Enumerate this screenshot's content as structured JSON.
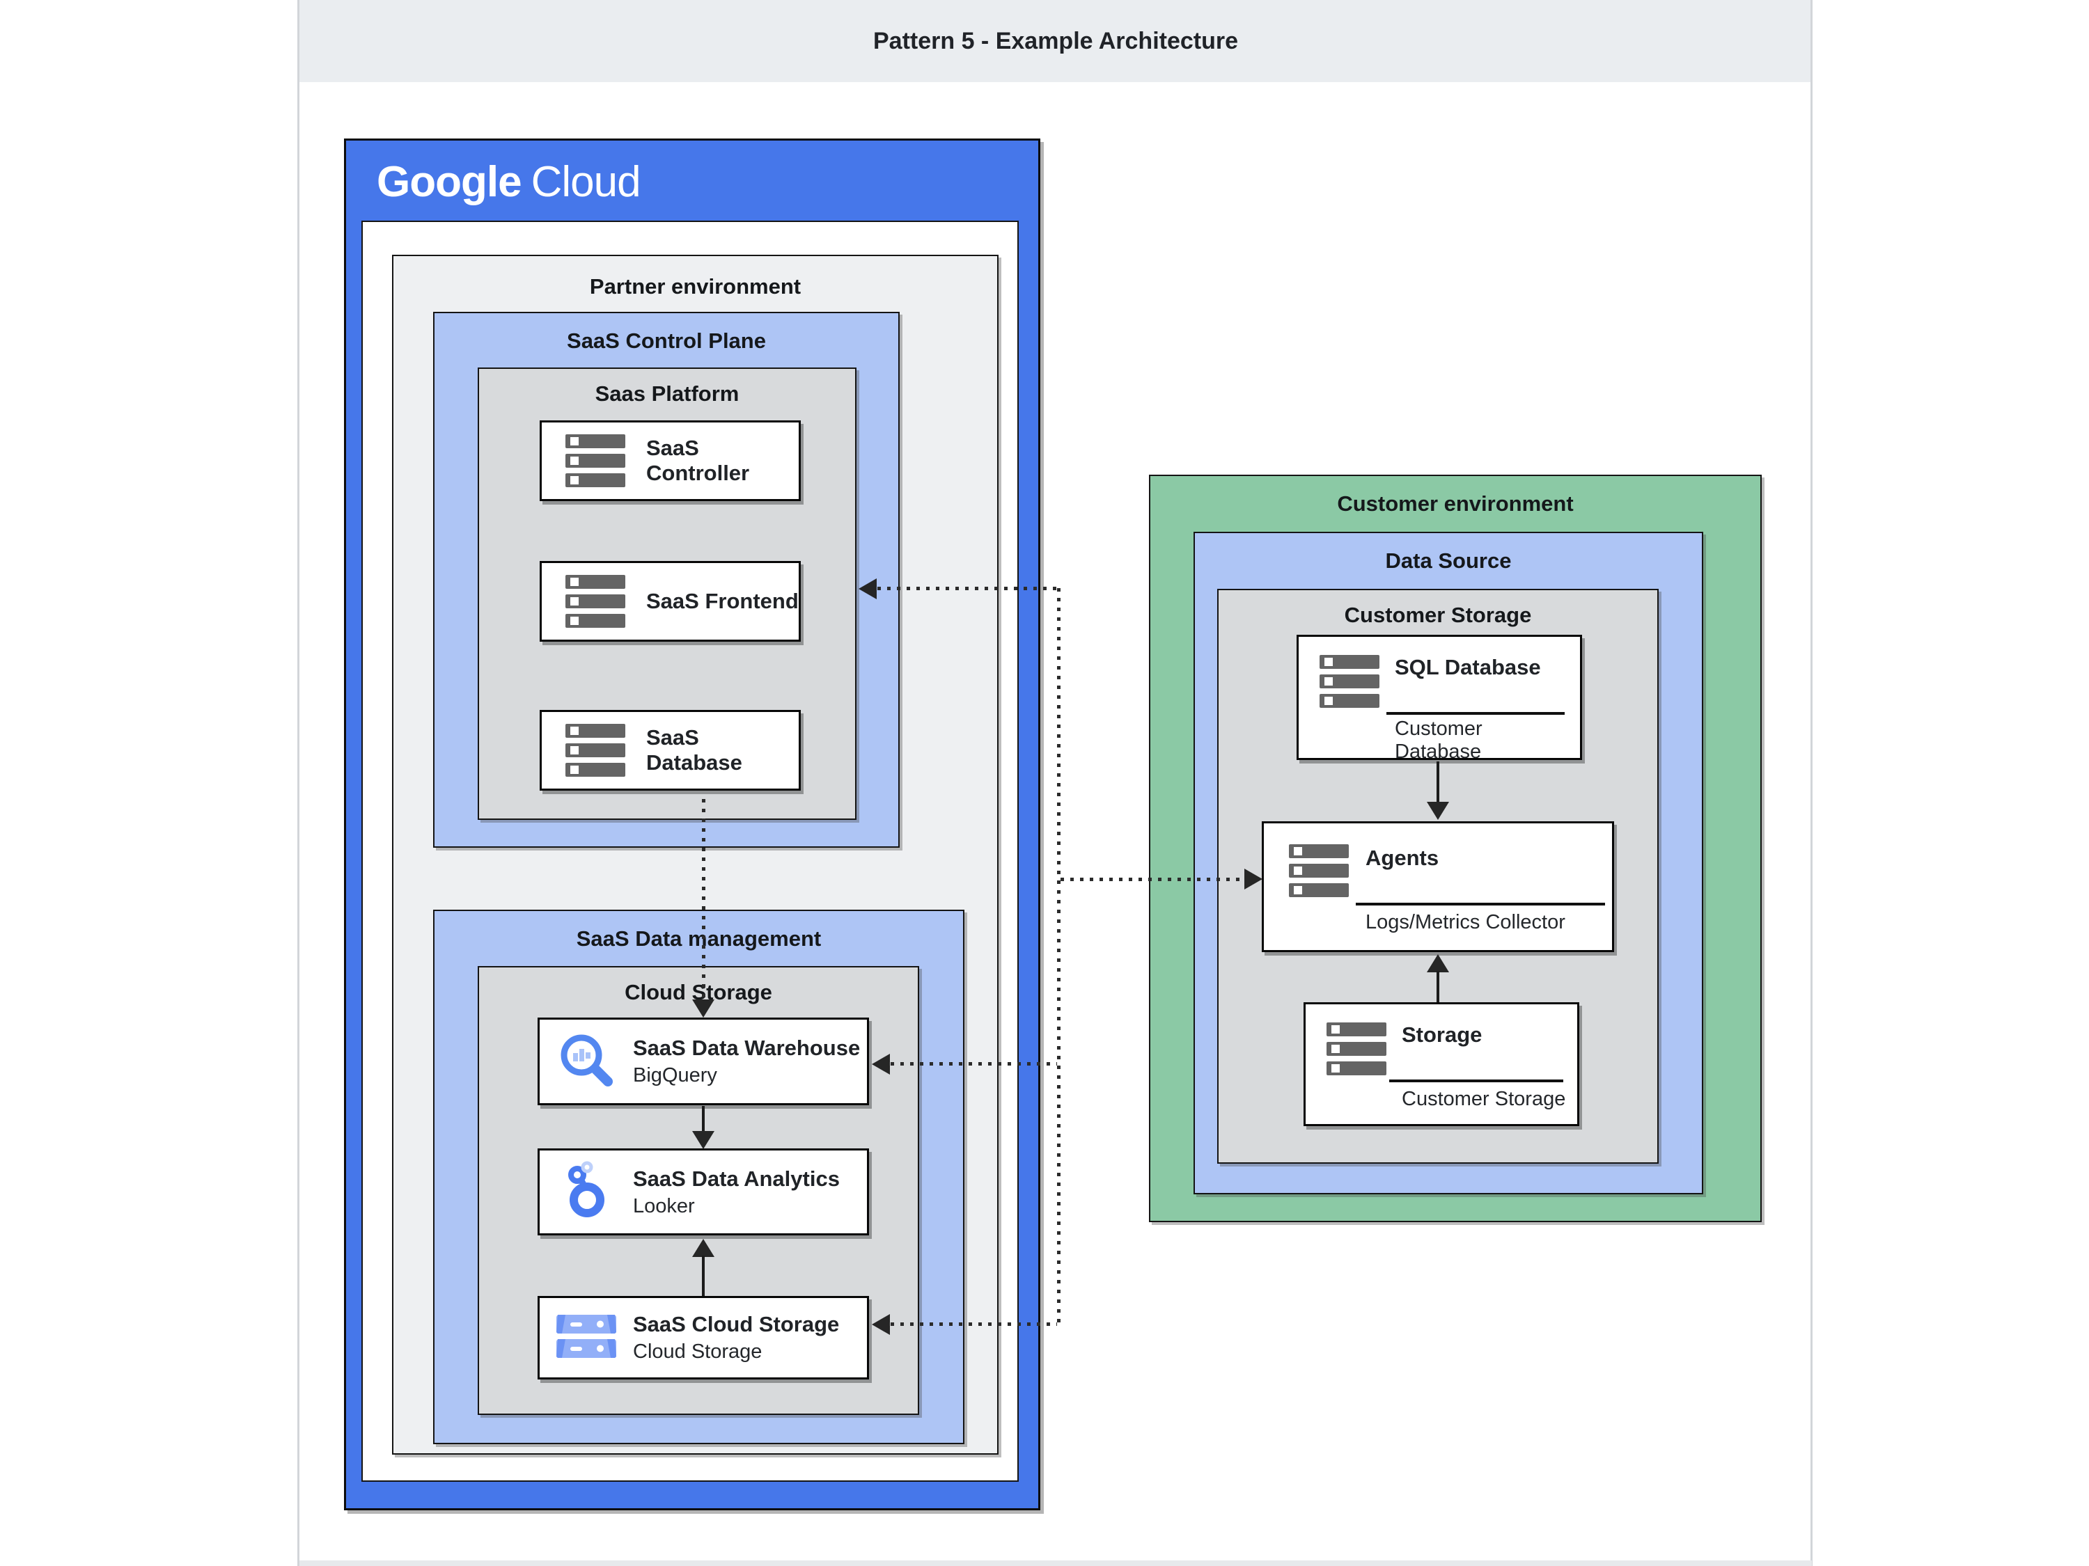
{
  "header": {
    "title": "Pattern 5 - Example Architecture"
  },
  "google_cloud": {
    "brand_bold": "Google",
    "brand_light": "Cloud"
  },
  "partner": {
    "label": "Partner environment",
    "control_plane": {
      "label": "SaaS Control Plane",
      "platform": {
        "label": "Saas Platform",
        "components": {
          "controller": "SaaS Controller",
          "frontend": "SaaS Frontend",
          "database": "SaaS Database"
        }
      }
    },
    "data_management": {
      "label": "SaaS Data management",
      "cloud_storage": {
        "label": "Cloud Storage",
        "components": {
          "warehouse": {
            "title": "SaaS Data Warehouse",
            "subtitle": "BigQuery"
          },
          "analytics": {
            "title": "SaaS Data Analytics",
            "subtitle": "Looker"
          },
          "storage": {
            "title": "SaaS Cloud Storage",
            "subtitle": "Cloud Storage"
          }
        }
      }
    }
  },
  "customer": {
    "label": "Customer environment",
    "data_source": {
      "label": "Data Source",
      "customer_storage": {
        "label": "Customer Storage",
        "components": {
          "sql": {
            "title": "SQL Database",
            "subtitle": "Customer\nDatabase"
          },
          "agents": {
            "title": "Agents",
            "subtitle": "Logs/Metrics Collector"
          },
          "storage": {
            "title": "Storage",
            "subtitle": "Customer Storage"
          }
        }
      }
    }
  },
  "colors": {
    "google_blue": "#4677ea",
    "light_blue": "#aec5f5",
    "box_gray": "#d8dadc",
    "env_gray": "#eef0f2",
    "customer_green": "#8bc9a5",
    "header_band": "#eaedf0",
    "icon_gray": "#646464",
    "icon_blue": "#5387f0"
  }
}
